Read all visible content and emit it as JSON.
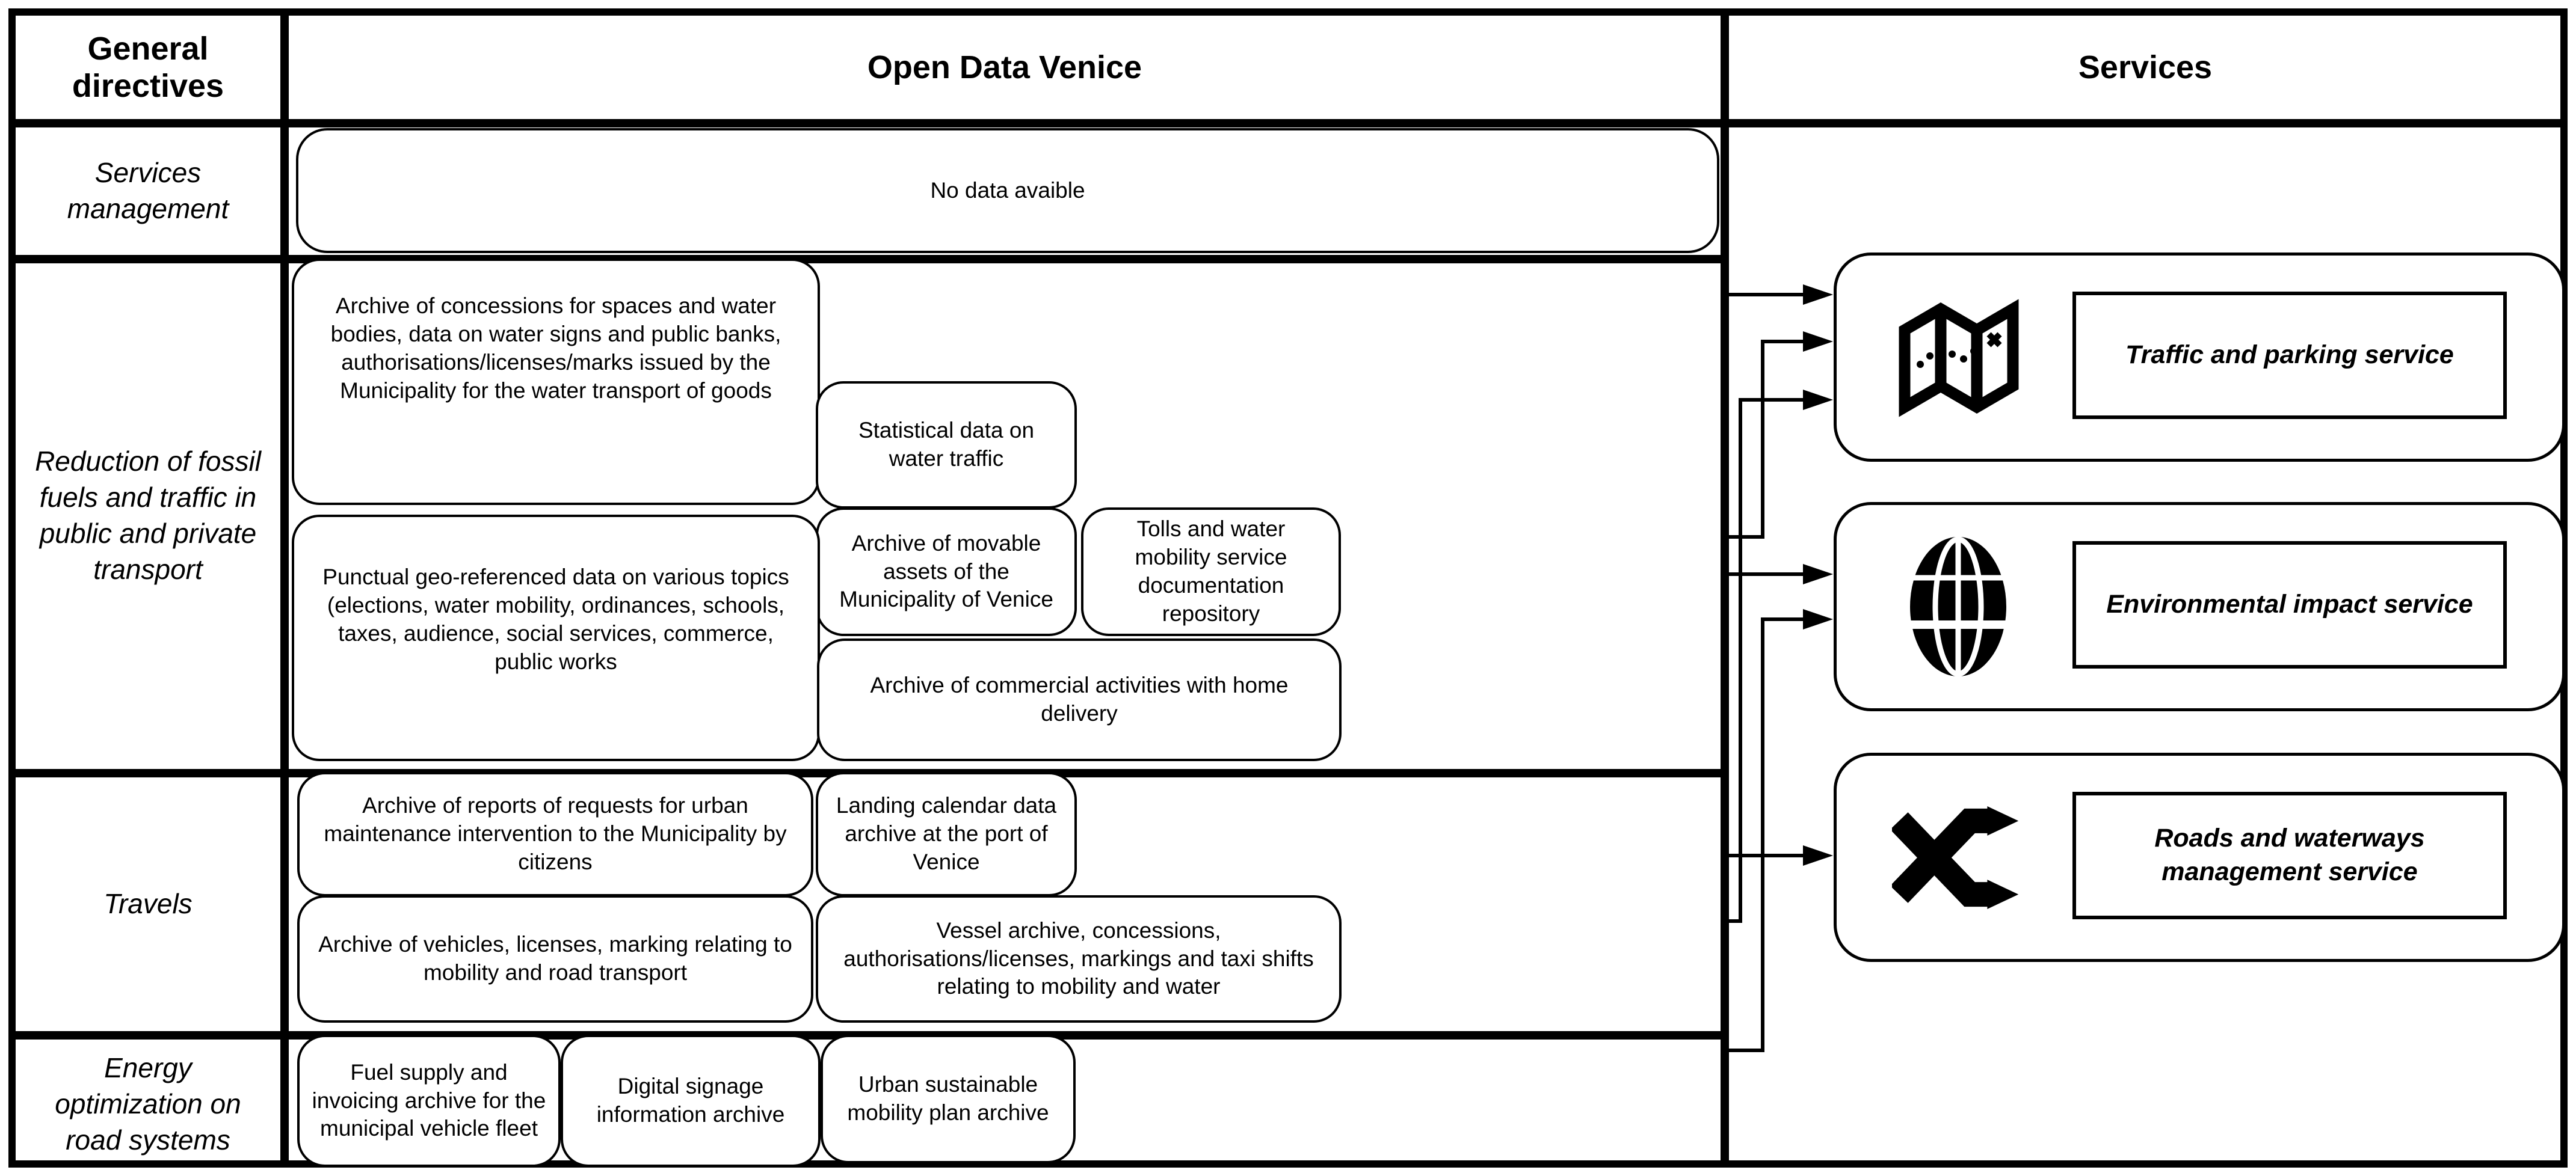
{
  "table": {
    "headers": {
      "col1": "General directives",
      "col2": "Open Data Venice",
      "col3": "Services"
    },
    "rows": [
      {
        "label": "Services management",
        "boxes": [
          "No data avaible"
        ]
      },
      {
        "label": "Reduction of fossil fuels and traffic in public and private transport",
        "boxes": [
          "Archive of concessions for spaces and water bodies, data on water signs and public banks, authorisations/licenses/marks issued by the Municipality for the water transport of goods",
          "Statistical data on water traffic",
          "Archive of movable assets of the Municipality of Venice",
          "Tolls and water mobility service documentation repository",
          "Punctual geo-referenced data on various topics (elections, water mobility, ordinances, schools, taxes, audience, social services, commerce, public works",
          "Archive of commercial activities with home delivery"
        ]
      },
      {
        "label": "Travels",
        "boxes": [
          "Archive of reports of requests for urban maintenance intervention to the Municipality by citizens",
          "Landing calendar data archive at the port of Venice",
          "Archive of vehicles, licenses, marking relating to mobility and road transport",
          "Vessel archive, concessions, authorisations/licenses, markings and taxi shifts relating to mobility and water"
        ]
      },
      {
        "label": "Energy optimization on road systems",
        "boxes": [
          "Fuel supply and invoicing archive for the municipal vehicle fleet",
          "Digital signage information archive",
          "Urban sustainable mobility plan archive"
        ]
      }
    ]
  },
  "services": [
    {
      "icon": "map-icon",
      "label": "Traffic and parking service"
    },
    {
      "icon": "globe-icon",
      "label": "Environmental impact service"
    },
    {
      "icon": "shuffle-icon",
      "label": "Roads and waterways management service"
    }
  ],
  "colors": {
    "line": "#000000",
    "background": "#ffffff",
    "text": "#000000"
  }
}
